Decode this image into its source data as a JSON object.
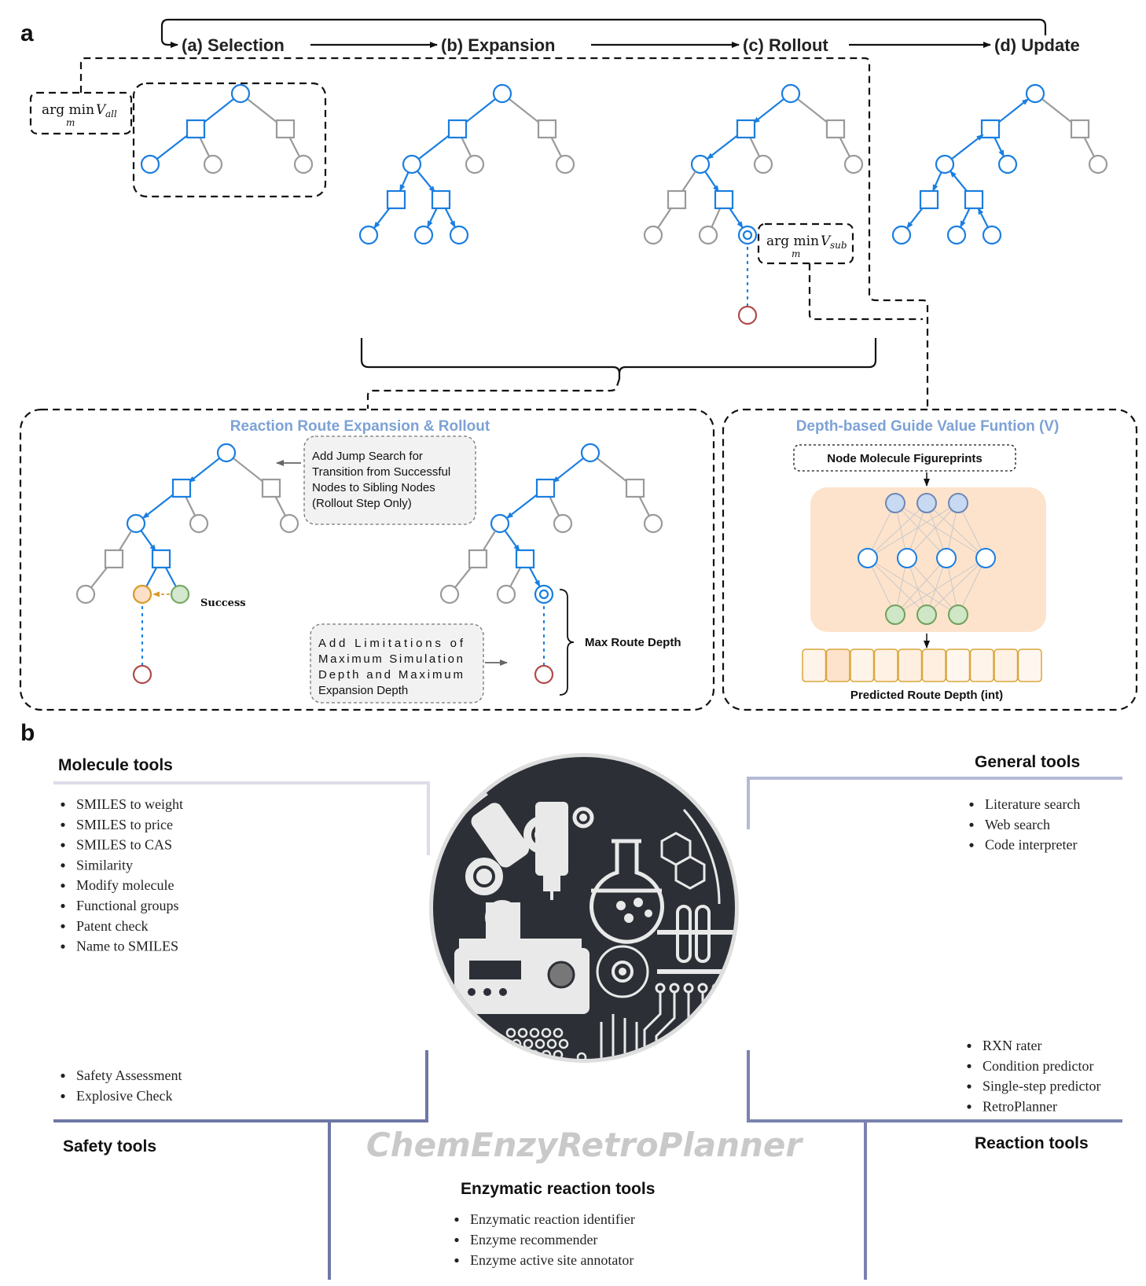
{
  "figure": {
    "panel_a_label": "a",
    "panel_b_label": "b"
  },
  "colors": {
    "active": "#1a7ee0",
    "inactive": "#9a9a9a",
    "terminal": "#b24a4a",
    "success_fill": "#d4e8cf",
    "success_stroke": "#78a865",
    "failed_fill": "#fde0c8",
    "failed_stroke": "#d89a28",
    "box_title": "#7da2d6",
    "nn_bg": "#fde3cc",
    "nn_input_fill": "#c8daf2",
    "nn_input_stroke": "#6d87b6",
    "nn_output_fill": "#cfe6c7",
    "nn_output_stroke": "#6fa25a",
    "depth_cell_stroke": "#d8a63a",
    "tool_line_light": "#dcdcea",
    "tool_line_mid": "#b3b9d6",
    "tool_line_dark": "#6f77a6",
    "brand_text": "#c9c9c9",
    "logo_bg": "#2c3036"
  },
  "mcts_steps": [
    {
      "label": "(a) Selection"
    },
    {
      "label": "(b) Expansion"
    },
    {
      "label": "(c) Rollout"
    },
    {
      "label": "(d) Update"
    }
  ],
  "formulas": {
    "select": {
      "op": "arg min",
      "var": "V",
      "sub": "all",
      "under": "m"
    },
    "rollout": {
      "op": "arg min",
      "var": "V",
      "sub": "sub",
      "under": "m"
    }
  },
  "expansion_box": {
    "title": "Reaction Route Expansion & Rollout",
    "jump_note": [
      "Add Jump Search for",
      "Transition from Successful",
      "Nodes to Sibling Nodes",
      "(Rollout Step Only)"
    ],
    "limit_note": [
      "Add      Limitations      of",
      "Maximum      Simulation",
      "Depth    and    Maximum",
      "Expansion Depth"
    ],
    "success_label": "Success",
    "max_depth_label": "Max Route Depth"
  },
  "value_box": {
    "title": "Depth-based Guide Value Funtion (V)",
    "input_label": "Node Molecule Figureprints",
    "output_label": "Predicted Route Depth (int)",
    "layers": [
      3,
      4,
      3
    ],
    "depth_classes": 10
  },
  "tools": {
    "molecule": {
      "title": "Molecule tools",
      "items": [
        "SMILES to weight",
        "SMILES to price",
        "SMILES to CAS",
        "Similarity",
        "Modify molecule",
        "Functional groups",
        "Patent check",
        "Name to SMILES"
      ]
    },
    "general": {
      "title": "General tools",
      "items": [
        "Literature search",
        "Web search",
        "Code interpreter"
      ]
    },
    "safety": {
      "title": "Safety tools",
      "items": [
        "Safety Assessment",
        "Explosive Check"
      ]
    },
    "reaction": {
      "title": "Reaction tools",
      "items": [
        "RXN rater",
        "Condition predictor",
        "Single-step predictor",
        "RetroPlanner"
      ]
    },
    "enzymatic": {
      "title": "Enzymatic reaction tools",
      "items": [
        "Enzymatic reaction identifier",
        "Enzyme recommender",
        "Enzyme active site annotator"
      ]
    }
  },
  "brand": {
    "name": "ChemEnzyRetroPlanner"
  }
}
